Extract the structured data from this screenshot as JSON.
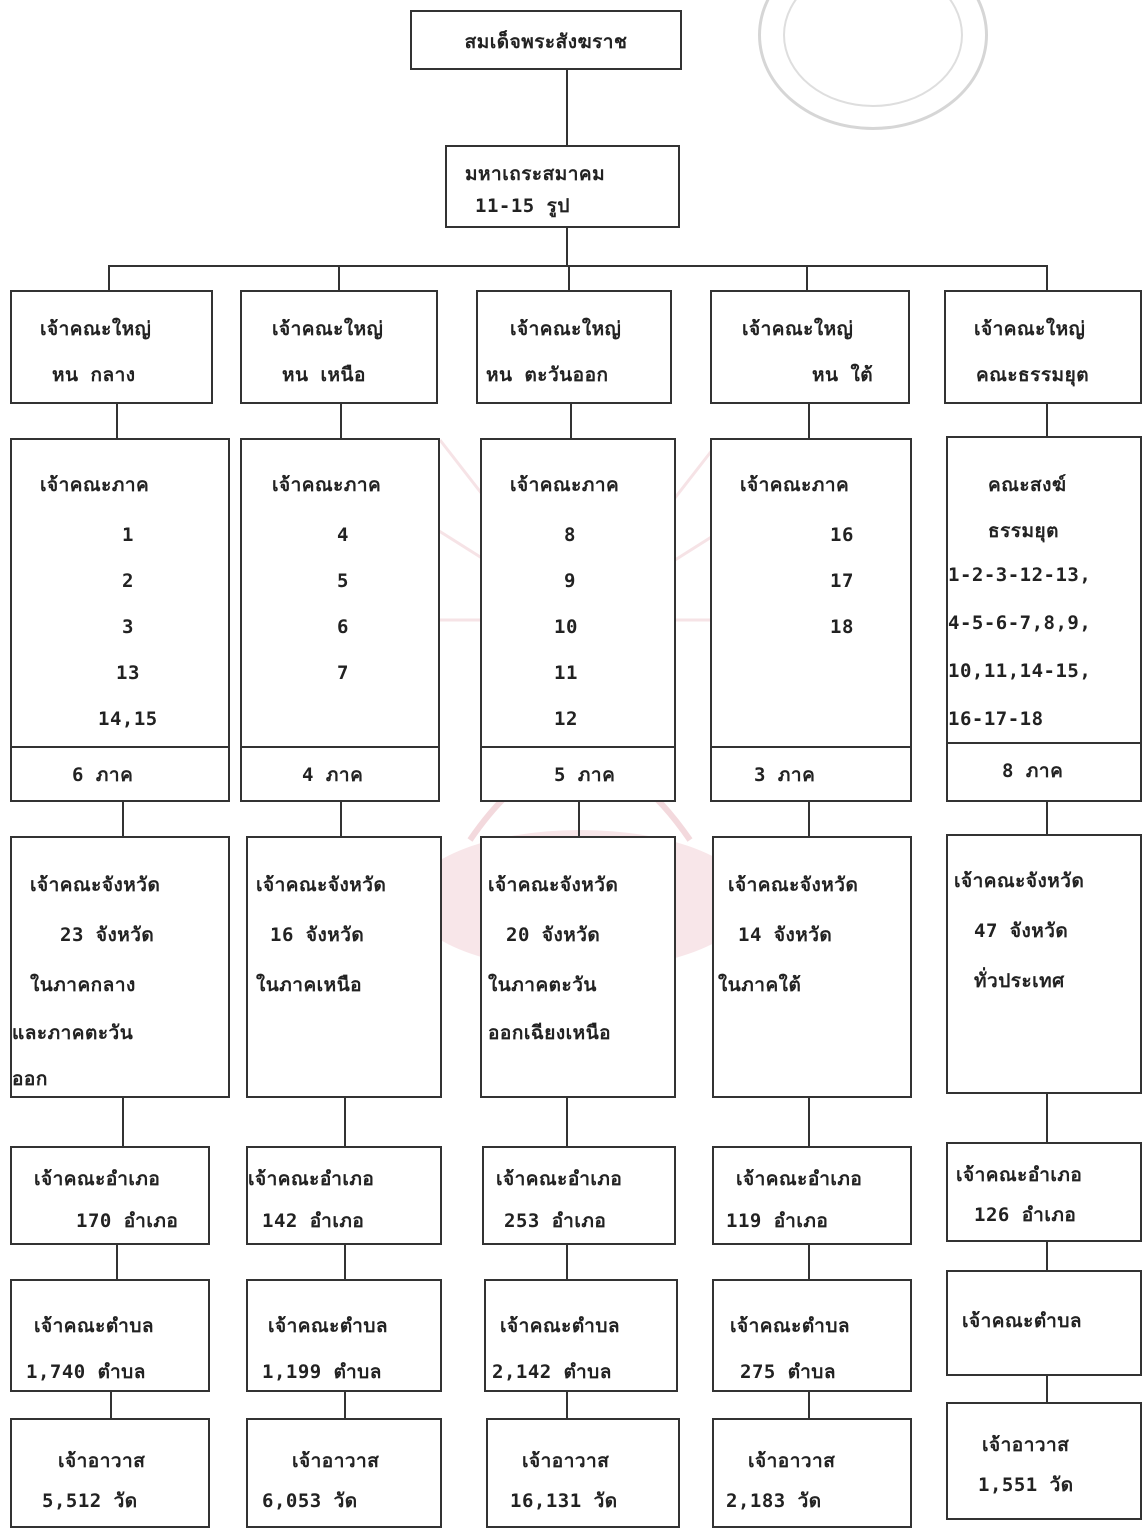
{
  "top": {
    "title": "สมเด็จพระสังฆราช"
  },
  "council": {
    "line1": "มหาเถระสมาคม",
    "line2": "11-15 รูป"
  },
  "columns": [
    {
      "head": [
        "เจ้าคณะใหญ่",
        "หน กลาง"
      ],
      "region_title": "เจ้าคณะภาค",
      "region_items": [
        "1",
        "2",
        "3",
        "13",
        "14,15"
      ],
      "region_total": "6 ภาค",
      "province": [
        "เจ้าคณะจังหวัด",
        "23 จังหวัด",
        "ในภาคกลาง",
        "และภาคตะวัน",
        "ออก"
      ],
      "district": [
        "เจ้าคณะอำเภอ",
        "170 อำเภอ"
      ],
      "subdistrict": [
        "เจ้าคณะตำบล",
        "1,740 ตำบล"
      ],
      "abbot": [
        "เจ้าอาวาส",
        "5,512 วัด"
      ]
    },
    {
      "head": [
        "เจ้าคณะใหญ่",
        "หน เหนือ"
      ],
      "region_title": "เจ้าคณะภาค",
      "region_items": [
        "4",
        "5",
        "6",
        "7"
      ],
      "region_total": "4 ภาค",
      "province": [
        "เจ้าคณะจังหวัด",
        "16 จังหวัด",
        "ในภาคเหนือ"
      ],
      "district": [
        "เจ้าคณะอำเภอ",
        "142 อำเภอ"
      ],
      "subdistrict": [
        "เจ้าคณะตำบล",
        "1,199 ตำบล"
      ],
      "abbot": [
        "เจ้าอาวาส",
        "6,053 วัด"
      ]
    },
    {
      "head": [
        "เจ้าคณะใหญ่",
        "หน ตะวันออก"
      ],
      "region_title": "เจ้าคณะภาค",
      "region_items": [
        "8",
        "9",
        "10",
        "11",
        "12"
      ],
      "region_total": "5 ภาค",
      "province": [
        "เจ้าคณะจังหวัด",
        "20 จังหวัด",
        "ในภาคตะวัน",
        "ออกเฉียงเหนือ"
      ],
      "district": [
        "เจ้าคณะอำเภอ",
        "253 อำเภอ"
      ],
      "subdistrict": [
        "เจ้าคณะตำบล",
        "2,142 ตำบล"
      ],
      "abbot": [
        "เจ้าอาวาส",
        "16,131 วัด"
      ]
    },
    {
      "head": [
        "เจ้าคณะใหญ่",
        "หน ใต้"
      ],
      "region_title": "เจ้าคณะภาค",
      "region_items": [
        "16",
        "17",
        "18"
      ],
      "region_total": "3 ภาค",
      "province": [
        "เจ้าคณะจังหวัด",
        "14 จังหวัด",
        "ในภาคใต้"
      ],
      "district": [
        "เจ้าคณะอำเภอ",
        "119 อำเภอ"
      ],
      "subdistrict": [
        "เจ้าคณะตำบล",
        "275 ตำบล"
      ],
      "abbot": [
        "เจ้าอาวาส",
        "2,183 วัด"
      ]
    },
    {
      "head": [
        "เจ้าคณะใหญ่",
        "คณะธรรมยุต"
      ],
      "region_title": "คณะสงฆ์",
      "region_items": [
        "ธรรมยุต",
        "1-2-3-12-13,",
        "4-5-6-7,8,9,",
        "10,11,14-15,",
        "16-17-18"
      ],
      "region_total": "8 ภาค",
      "province": [
        "เจ้าคณะจังหวัด",
        "47 จังหวัด",
        "ทั่วประเทศ"
      ],
      "district": [
        "เจ้าคณะอำเภอ",
        "126 อำเภอ"
      ],
      "subdistrict": [
        "เจ้าคณะตำบล"
      ],
      "abbot": [
        "เจ้าอาวาส",
        "1,551 วัด"
      ]
    }
  ]
}
